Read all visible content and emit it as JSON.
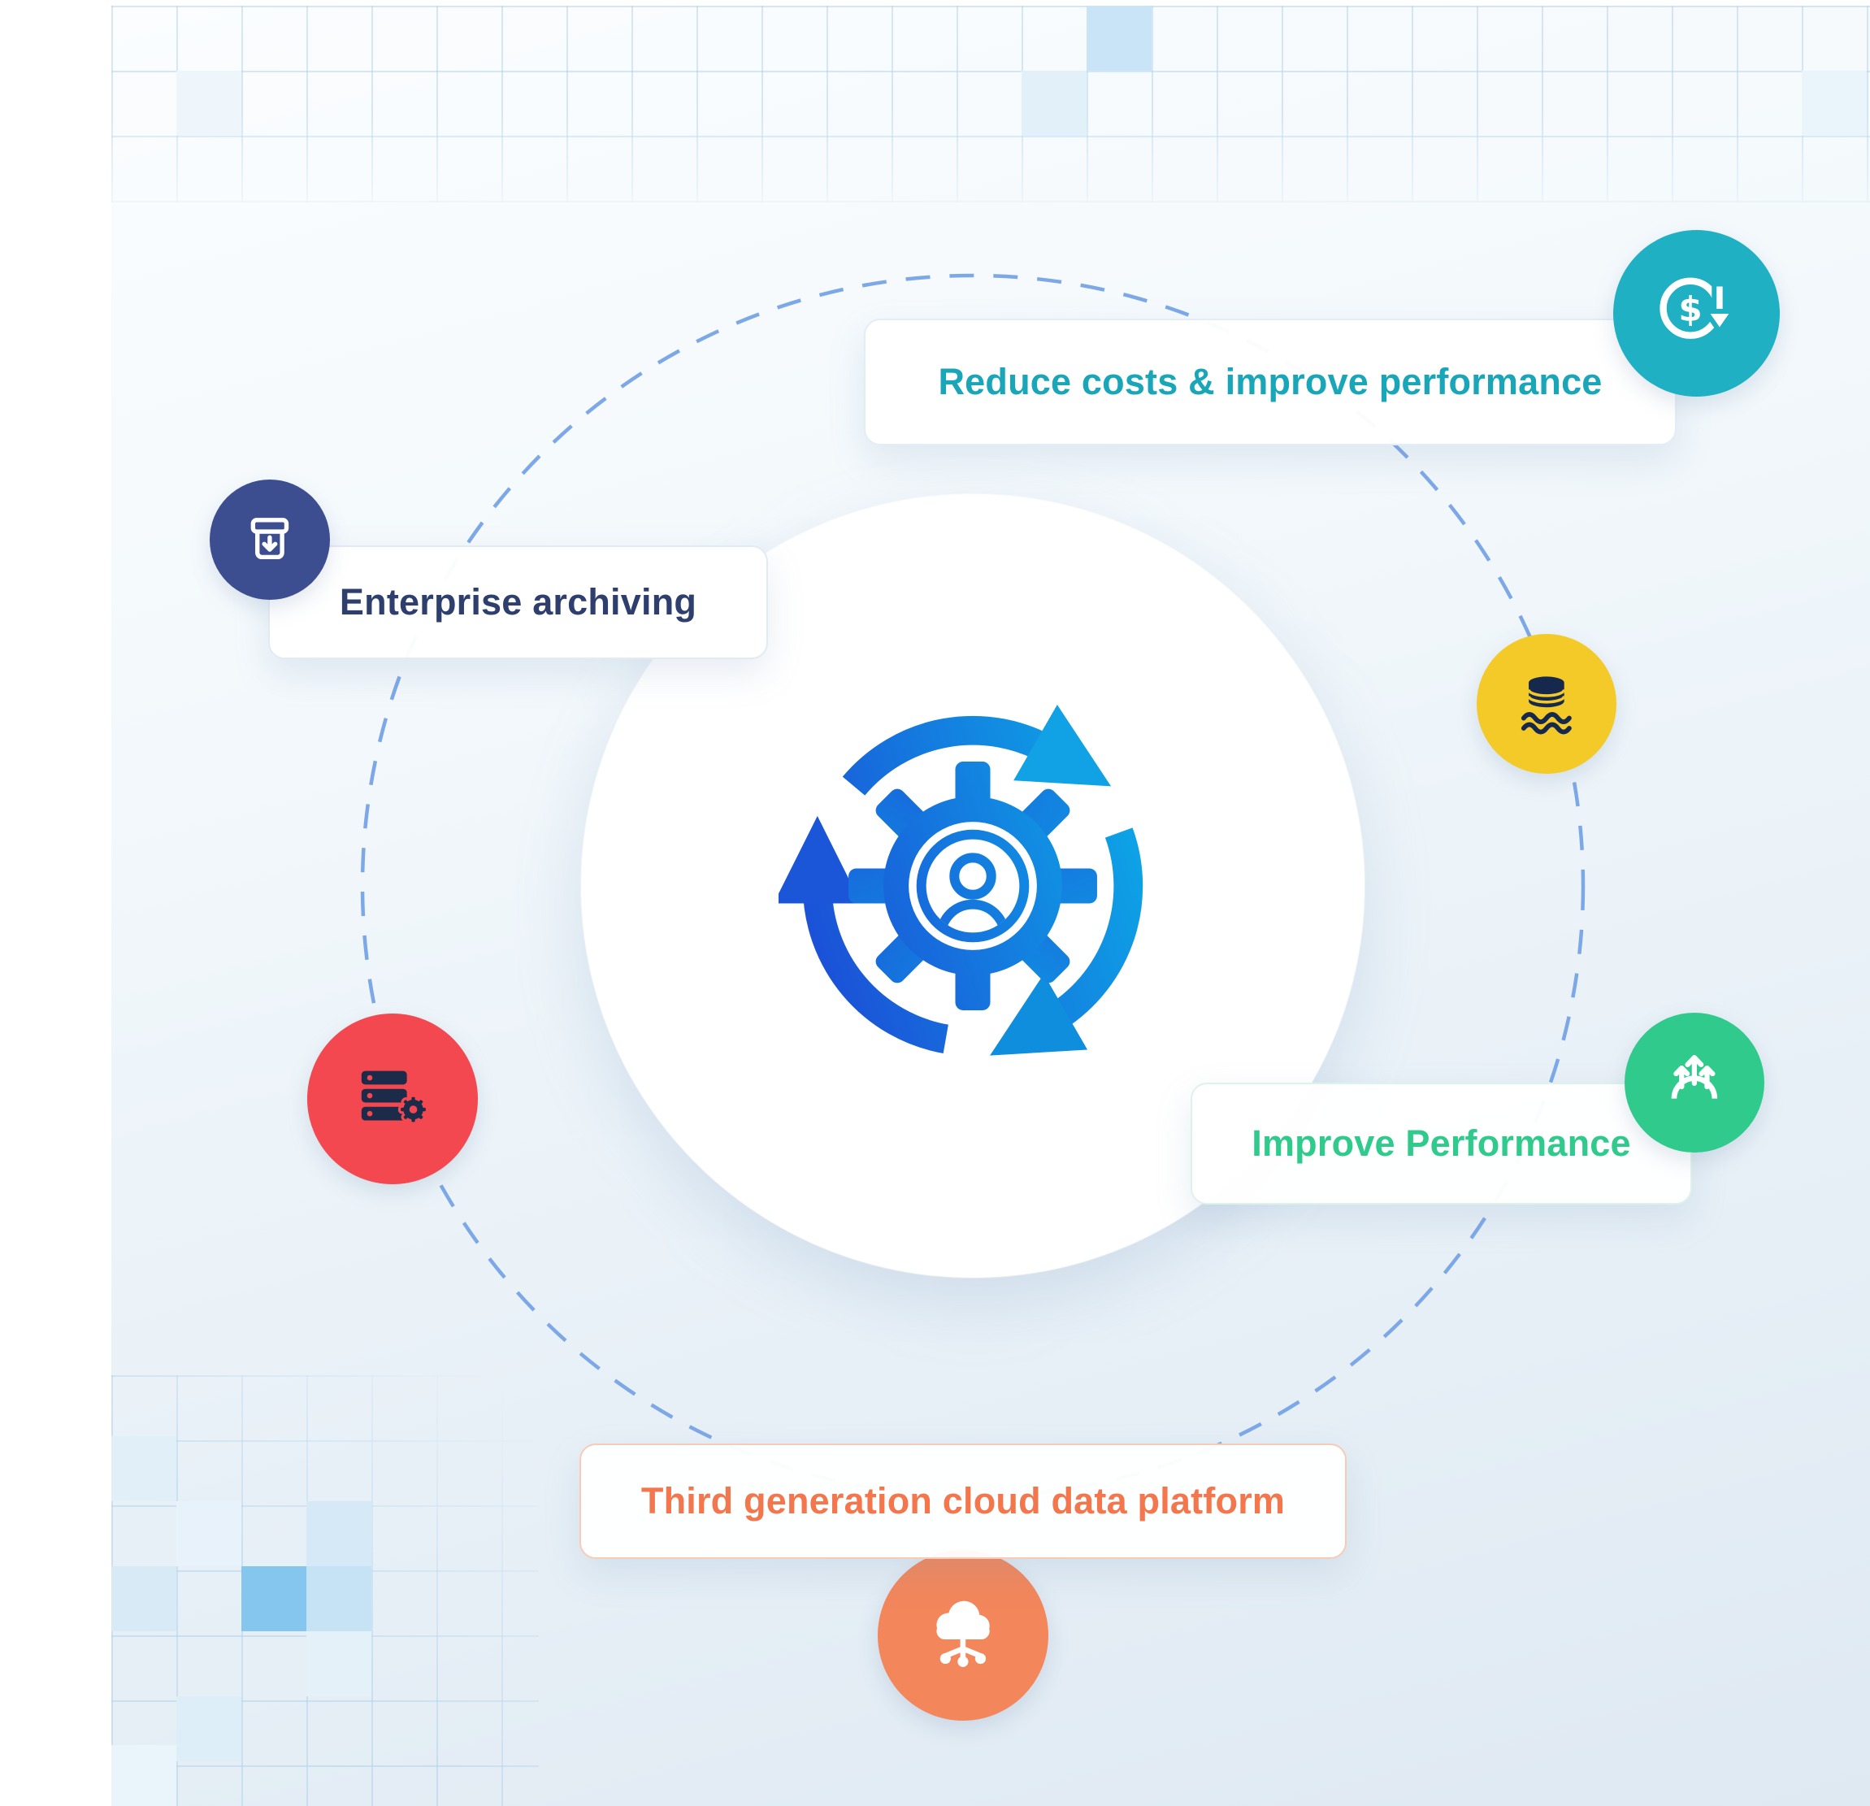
{
  "labels": {
    "reduce_costs": "Reduce costs & improve performance",
    "enterprise_archiving": "Enterprise archiving",
    "improve_performance": "Improve Performance",
    "cloud_platform": "Third generation cloud data platform"
  },
  "label_colors": {
    "reduce_costs": "#18a6b8",
    "enterprise_archiving": "#2e3f6e",
    "improve_performance": "#2fca8c",
    "cloud_platform": "#f3764d"
  },
  "badges": [
    {
      "name": "cost-reduction-icon",
      "bg": "#1fb0c4",
      "glyph": "$"
    },
    {
      "name": "archive-box-icon",
      "bg": "#3c4e90"
    },
    {
      "name": "data-lake-icon",
      "bg": "#f3ca28"
    },
    {
      "name": "server-gear-icon",
      "bg": "#f3484f"
    },
    {
      "name": "growth-arrows-icon",
      "bg": "#2fca8c"
    },
    {
      "name": "cloud-network-icon",
      "bg": "#f3865b"
    }
  ],
  "center": {
    "icon": "user-gear-sync-icon",
    "gradient": [
      "#1b50d7",
      "#0da4e6"
    ]
  },
  "orbit": {
    "style": "dashed",
    "color": "#7da8e8"
  }
}
